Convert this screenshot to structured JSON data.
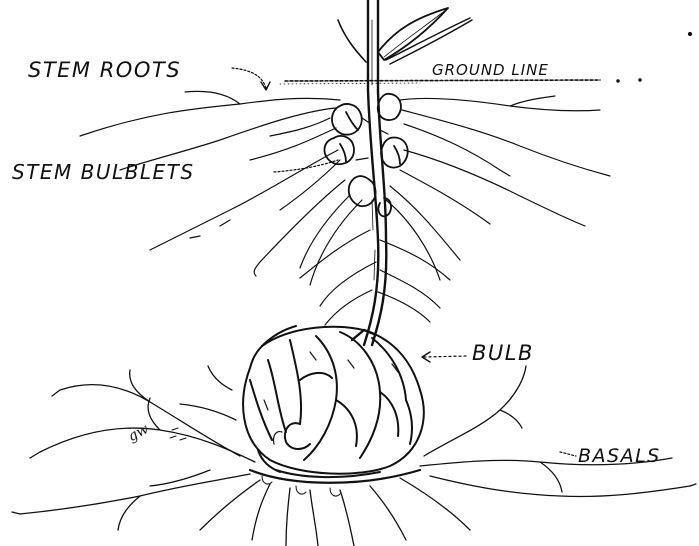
{
  "labels": {
    "stem_roots": "STEM ROOTS",
    "ground_line": "GROUND LINE",
    "stem_bulblets": "STEM BULBLETS",
    "bulb": "BULB",
    "basals": "BASALS",
    "signature": "gw"
  },
  "colors": {
    "ink": "#111111",
    "paper": "#ffffff"
  }
}
